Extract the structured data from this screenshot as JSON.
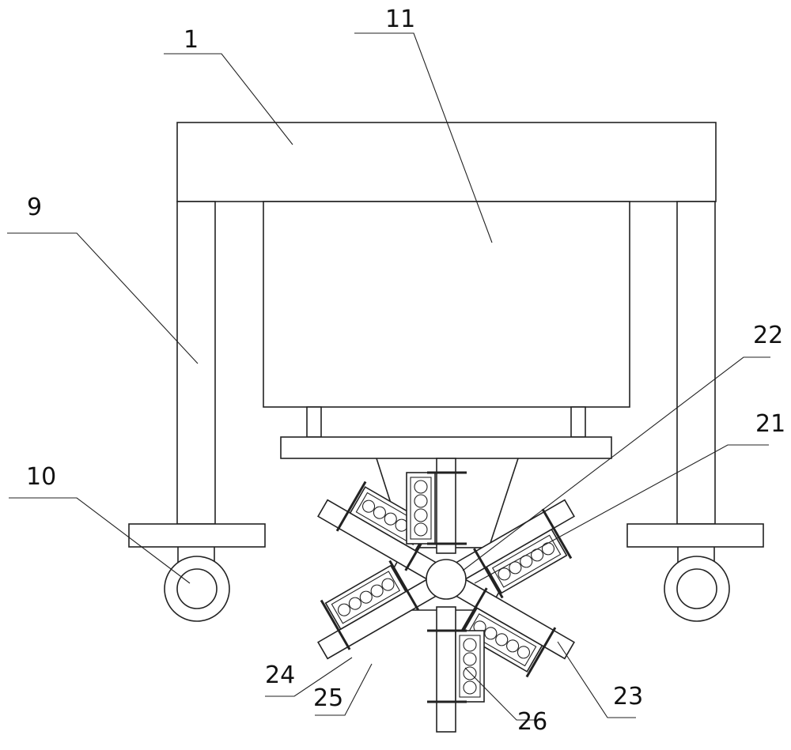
{
  "labels": {
    "l1": "1",
    "l9": "9",
    "l10": "10",
    "l11": "11",
    "l21": "21",
    "l22": "22",
    "l23": "23",
    "l24": "24",
    "l25": "25",
    "l26": "26"
  }
}
